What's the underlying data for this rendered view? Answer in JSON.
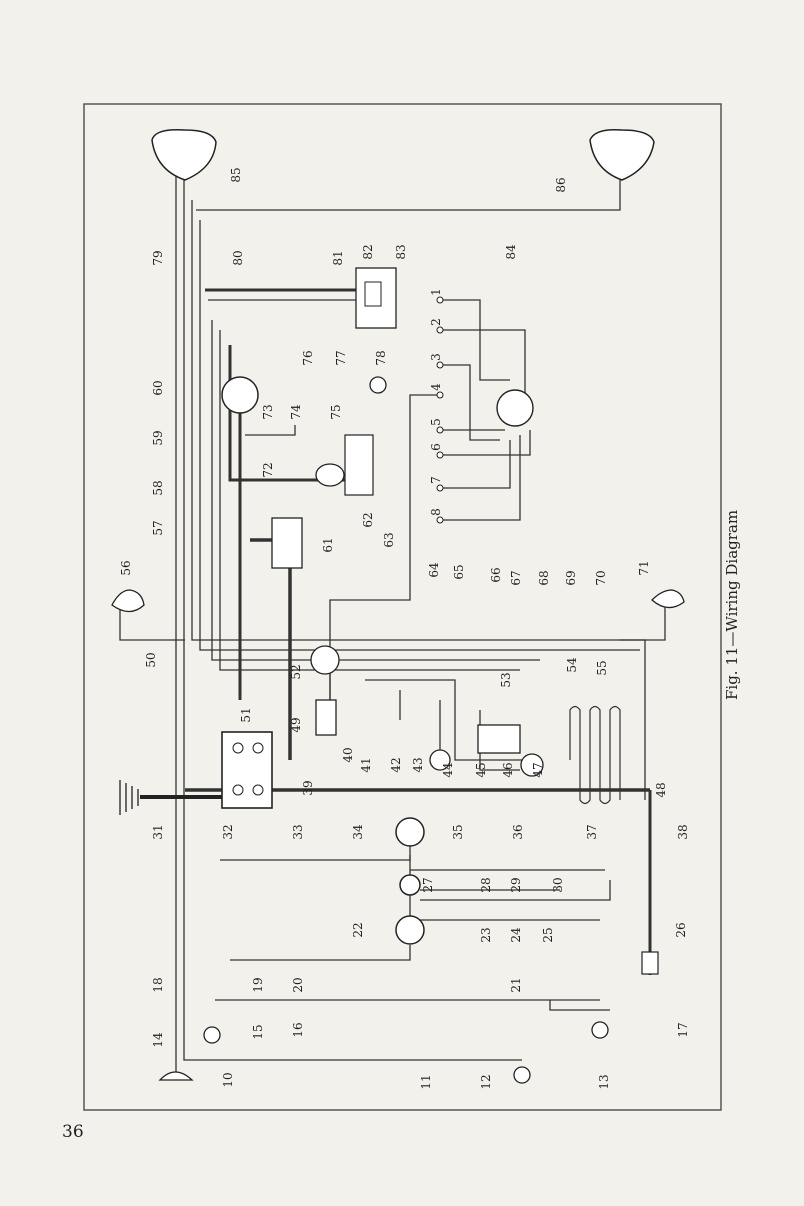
{
  "page_number": "36",
  "caption": "Fig. 11—Wiring Diagram",
  "callouts": [
    "1",
    "2",
    "3",
    "4",
    "5",
    "6",
    "7",
    "8",
    "10",
    "11",
    "12",
    "13",
    "14",
    "15",
    "16",
    "17",
    "18",
    "19",
    "20",
    "21",
    "22",
    "23",
    "24",
    "25",
    "26",
    "27",
    "28",
    "29",
    "30",
    "31",
    "32",
    "33",
    "34",
    "35",
    "36",
    "37",
    "38",
    "39",
    "40",
    "41",
    "42",
    "43",
    "44",
    "45",
    "46",
    "47",
    "48",
    "49",
    "50",
    "51",
    "52",
    "53",
    "54",
    "55",
    "56",
    "57",
    "58",
    "59",
    "60",
    "61",
    "62",
    "63",
    "64",
    "65",
    "66",
    "67",
    "68",
    "69",
    "70",
    "71",
    "72",
    "73",
    "74",
    "75",
    "76",
    "77",
    "78",
    "79",
    "80",
    "81",
    "82",
    "83",
    "84",
    "85",
    "86"
  ],
  "colors": {
    "ink": "#222222",
    "paper": "#f3f1ec",
    "frame": "#555555"
  },
  "icons": [
    "headlight-icon",
    "taillight-icon",
    "lamp-icon",
    "horn-icon",
    "ground-symbol-icon",
    "battery-icon",
    "switch-icon",
    "connector-icon"
  ]
}
